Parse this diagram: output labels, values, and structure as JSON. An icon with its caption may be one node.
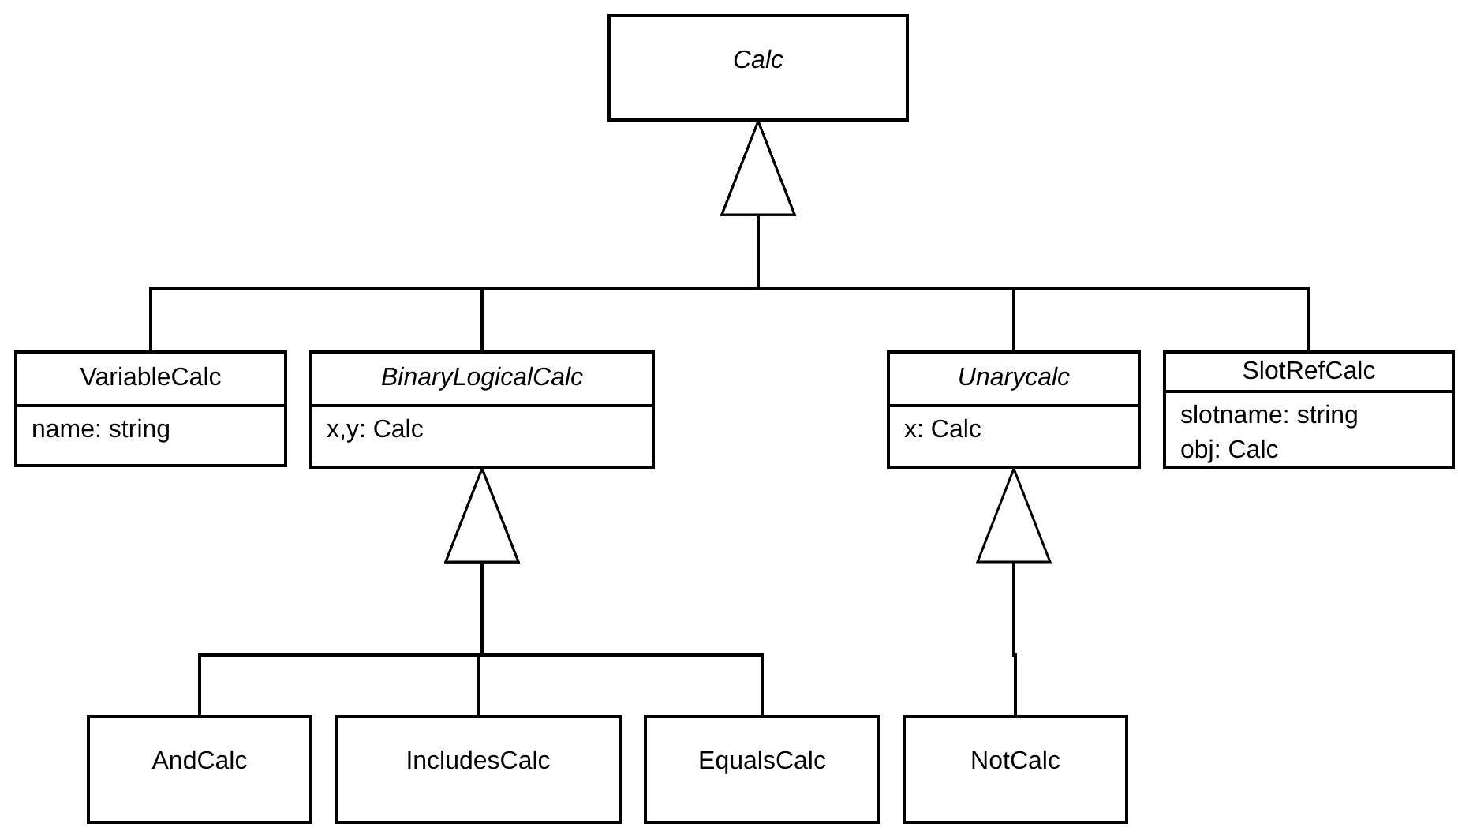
{
  "diagram": {
    "nodes": [
      {
        "text": [
          "Calc"
        ]
      },
      {
        "text": [
          "VariableCalc",
          "name: string"
        ]
      },
      {
        "text": [
          "BinaryLogicalCalc",
          "x,y: Calc"
        ]
      },
      {
        "text": [
          "Unarycalc",
          "x: Calc"
        ]
      },
      {
        "text": [
          "SlotRefCalc",
          "slotname: string",
          "obj: Calc"
        ]
      },
      {
        "text": [
          "AndCalc"
        ]
      },
      {
        "text": [
          "IncludesCalc"
        ]
      },
      {
        "text": [
          "EqualsCalc"
        ]
      },
      {
        "text": [
          "NotCalc"
        ]
      }
    ],
    "edges": [
      {
        "from": 1,
        "to": 0,
        "arrow": "to"
      },
      {
        "from": 2,
        "to": 0,
        "arrow": "to"
      },
      {
        "from": 3,
        "to": 0,
        "arrow": "to"
      },
      {
        "from": 4,
        "to": 0,
        "arrow": "to"
      },
      {
        "from": 5,
        "to": 2,
        "arrow": "to"
      },
      {
        "from": 6,
        "to": 2,
        "arrow": "to"
      },
      {
        "from": 7,
        "to": 2,
        "arrow": "to"
      },
      {
        "from": 8,
        "to": 3,
        "arrow": "to"
      }
    ]
  }
}
